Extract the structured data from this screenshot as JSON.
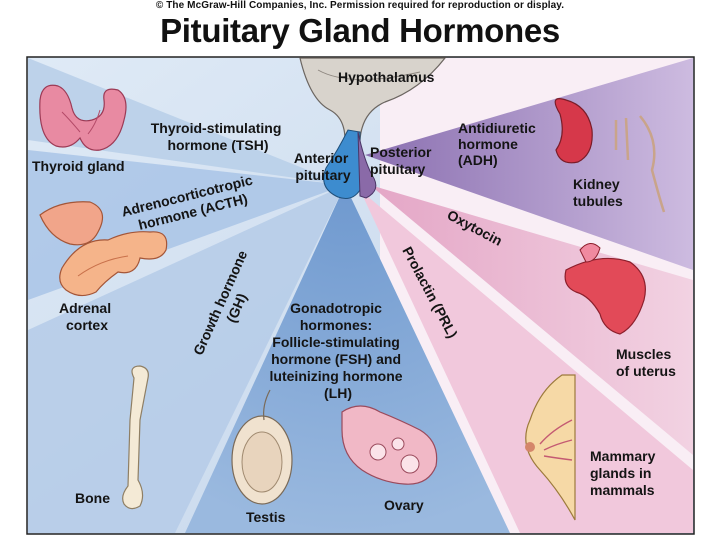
{
  "header": {
    "copyright": "© The McGraw-Hill Companies, Inc. Permission required for reproduction or display.",
    "title": "Pituitary Gland Hormones"
  },
  "labels": {
    "hypothalamus": "Hypothalamus",
    "anterior_pituitary": [
      "Anterior",
      "pituitary"
    ],
    "posterior_pituitary": [
      "Posterior",
      "pituitary"
    ],
    "tsh": [
      "Thyroid-stimulating",
      "hormone (TSH)"
    ],
    "thyroid_gland": "Thyroid gland",
    "acth": [
      "Adrenocorticotropic",
      "hormone (ACTH)"
    ],
    "adrenal_cortex": [
      "Adrenal",
      "cortex"
    ],
    "gh": [
      "Growth hormone",
      "(GH)"
    ],
    "bone": "Bone",
    "gonadotropic": [
      "Gonadotropic",
      "hormones:",
      "Follicle-stimulating",
      "hormone (FSH) and",
      "luteinizing hormone",
      "(LH)"
    ],
    "testis": "Testis",
    "ovary": "Ovary",
    "prl": "Prolactin (PRL)",
    "mammary": [
      "Mammary",
      "glands in",
      "mammals"
    ],
    "oxytocin": "Oxytocin",
    "uterus": [
      "Muscles",
      "of uterus"
    ],
    "adh": [
      "Antidiuretic",
      "hormone",
      "(ADH)"
    ],
    "kidney": [
      "Kidney",
      "tubules"
    ]
  }
}
